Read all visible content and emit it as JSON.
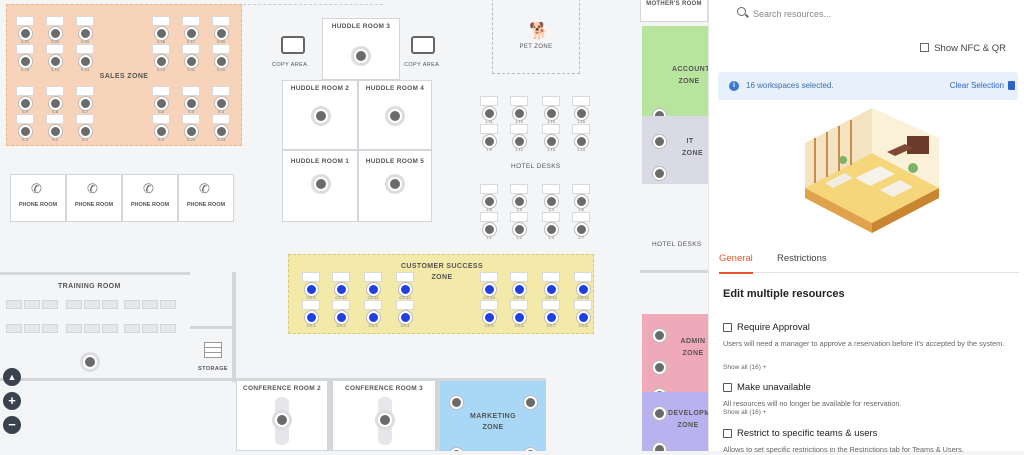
{
  "map": {
    "sales_zone": {
      "label": "SALES ZONE",
      "color": "#f7d4b9",
      "desks": [
        "S-21",
        "S-20",
        "S-19",
        "S-18",
        "S-17",
        "S-16",
        "S-15",
        "S-14",
        "S-13",
        "S-12",
        "S-11",
        "S-10",
        "S-9",
        "S-8",
        "S-7",
        "S-6",
        "S-5",
        "S-4",
        "S-3",
        "S-2",
        "S-1",
        "S-0",
        "S-22",
        "S-23"
      ]
    },
    "copy_area_left": "COPY AREA",
    "copy_area_right": "COPY AREA",
    "huddle_room_3": "HUDDLE ROOM 3",
    "huddle_room_2": "HUDDLE ROOM 2",
    "huddle_room_4": "HUDDLE ROOM 4",
    "huddle_room_1": "HUDDLE ROOM 1",
    "huddle_room_5": "HUDDLE ROOM 5",
    "pet_zone": "PET ZONE",
    "mothers_room": "MOTHER'S ROOM",
    "accounting_zone": {
      "label": "ACCOUNT ZONE",
      "color": "#b8e59e"
    },
    "it_zone": {
      "label": "IT ZONE",
      "color": "#d9dae6"
    },
    "hotel_desks": {
      "label": "HOTEL DESKS",
      "labels": [
        "1-11",
        "1-10",
        "1-15",
        "1-16",
        "1-9",
        "1-12",
        "1-13",
        "1-14",
        "1-6",
        "1-5",
        "1-4",
        "1-8",
        "1-1",
        "1-2",
        "1-3",
        "1-7"
      ]
    },
    "hotel_desks_right": "HOTEL DESKS",
    "phone_rooms": [
      "PHONE ROOM",
      "PHONE ROOM",
      "PHONE ROOM",
      "PHONE ROOM"
    ],
    "training_room": "TRAINING ROOM",
    "storage": "STORAGE",
    "customer_success_zone": {
      "label": "CUSTOMER SUCCESS ZONE",
      "color": "#f3e9a9",
      "desks": [
        "CS-9",
        "CS-10",
        "CS-11",
        "CS-12",
        "CS-13",
        "CS-14",
        "CS-15",
        "CS-16",
        "CS-1",
        "CS-2",
        "CS-3",
        "CS-4",
        "CS-5",
        "CS-6",
        "CS-7",
        "CS-8"
      ]
    },
    "conference_room_2": "CONFERENCE ROOM 2",
    "conference_room_3": "CONFERENCE ROOM 3",
    "marketing_zone": {
      "label": "MARKETING ZONE",
      "color": "#a8d8f5"
    },
    "admin_zone": {
      "label": "ADMIN ZONE",
      "color": "#f0a9b8"
    },
    "development_zone": {
      "label": "DEVELOPM ZONE",
      "color": "#b9b2ee"
    },
    "controls": {
      "locate": "▲",
      "zoom_in": "+",
      "zoom_out": "−"
    }
  },
  "panel": {
    "search_placeholder": "Search resources...",
    "nfc_label": "Show NFC & QR",
    "selection_text": "16 workspaces selected.",
    "clear_selection": "Clear Selection",
    "tabs": [
      {
        "label": "General",
        "active": true
      },
      {
        "label": "Restrictions",
        "active": false
      }
    ],
    "heading": "Edit multiple resources",
    "options": [
      {
        "label": "Require Approval",
        "desc": "Users will need a manager to approve a reservation before it's accepted by the system.",
        "show_all": "Show all (16) +"
      },
      {
        "label": "Make unavailable",
        "desc": "All resources will no longer be available for reservation.",
        "show_all": "Show all (16) +"
      },
      {
        "label": "Restrict to specific teams & users",
        "desc": "Allows to set specific restrictions in the Restrictions tab for Teams & Users.",
        "show_all": ""
      }
    ]
  },
  "colors": {
    "accent": "#e4572e",
    "link": "#2d64c8",
    "info_bg": "#e8f0fb"
  }
}
